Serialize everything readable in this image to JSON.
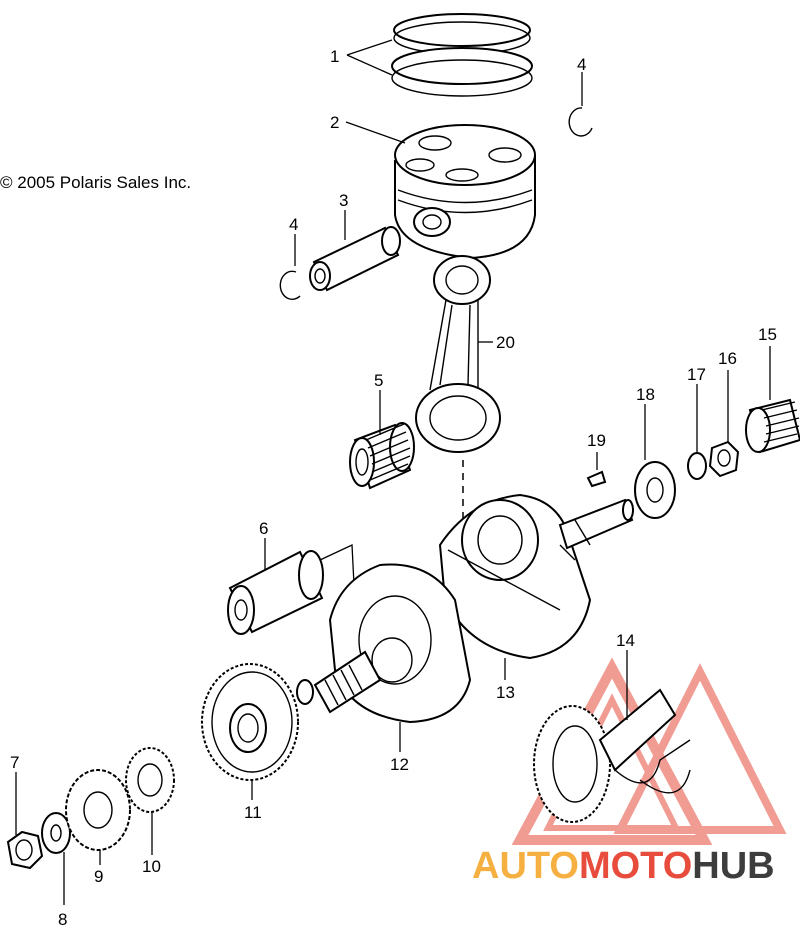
{
  "copyright": "© 2005 Polaris Sales Inc.",
  "callouts": {
    "c1": "1",
    "c2": "2",
    "c3": "3",
    "c4a": "4",
    "c4b": "4",
    "c5": "5",
    "c6": "6",
    "c7": "7",
    "c8": "8",
    "c9": "9",
    "c10": "10",
    "c11": "11",
    "c12": "12",
    "c13": "13",
    "c14": "14",
    "c15": "15",
    "c16": "16",
    "c17": "17",
    "c18": "18",
    "c19": "19",
    "c20": "20"
  },
  "watermark": {
    "part1": "AUTO",
    "part2": "MOTO",
    "part3": "HUB"
  },
  "colors": {
    "watermark_orange": "#f5b041",
    "watermark_red": "#e74c3c",
    "watermark_dark": "#3d3d3d",
    "line": "#000000"
  }
}
